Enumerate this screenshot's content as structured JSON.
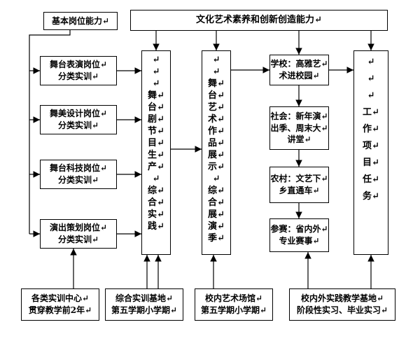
{
  "boxes": {
    "basic": "基本岗位能力↵",
    "culture": "文化艺术素养和创新创造能力↵",
    "left": [
      "舞台表演岗位↵\n分类实训↵",
      "舞美设计岗位↵\n分类实训↵",
      "舞台科技岗位↵\n分类实训↵",
      "演出策划岗位↵\n分类实训↵"
    ],
    "production": "↵\n↵\n↵\n舞↵\n台↵\n剧↵\n节↵\n目↵\n生↵\n产↵\n↵\n综↵\n合↵\n实↵\n践↵",
    "exhibition": "↵\n↵\n舞↵\n台↵\n艺↵\n术↵\n作↵\n品↵\n展↵\n示↵\n↵\n综↵\n合↵\n展↵\n演↵\n季↵",
    "tasks": "↵\n↵\n↵\n工↵\n作↵\n项↵\n目↵\n任↵\n务↵",
    "right": [
      "学校：高雅艺↵\n术进校园↵",
      "社会：新年演↵\n出季、周末大↵\n讲堂↵",
      "农村：文艺下↵\n乡直通车↵",
      "参赛：省内外↵\n专业赛事↵"
    ],
    "bottom": [
      "各类实训中心↵\n贯穿教学前2年↵",
      "综合实训基地↵\n第五学期小学期↵",
      "校内艺术场馆↵\n第五学期小学期↵",
      "校内外实践教学基地↵\n阶段性实习、毕业实习↵"
    ]
  },
  "colors": {
    "line": "#000000",
    "border": "#000000",
    "background": "#ffffff"
  }
}
